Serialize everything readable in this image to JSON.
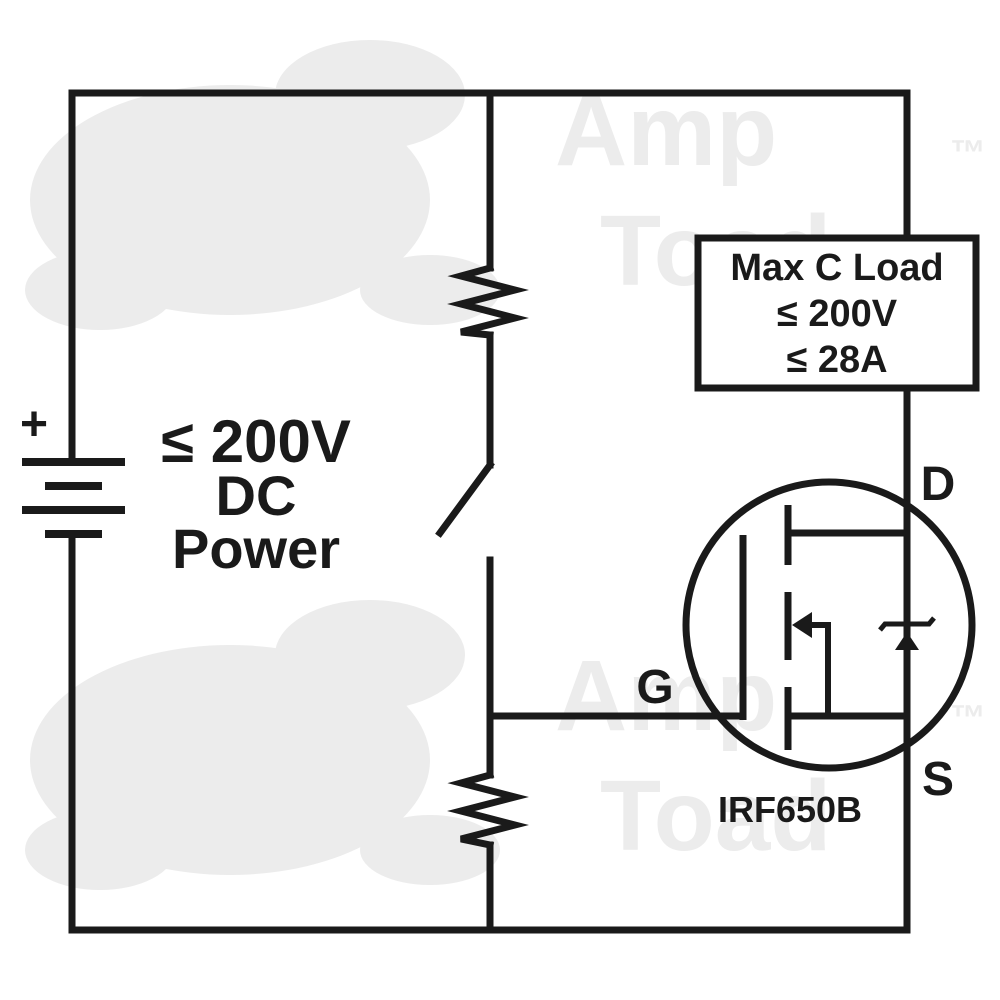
{
  "power_source": {
    "plus_sign": "+",
    "line1": "≤ 200V",
    "line2": "DC",
    "line3": "Power"
  },
  "load_box": {
    "line1": "Max C Load",
    "line2": "≤ 200V",
    "line3": "≤ 28A"
  },
  "mosfet": {
    "part_number": "IRF650B",
    "drain_label": "D",
    "gate_label": "G",
    "source_label": "S"
  },
  "watermark": {
    "brand_line1": "Amp",
    "brand_line2": "Toad",
    "trademark": "™"
  },
  "colors": {
    "ink": "#1a1a1a",
    "watermark": "#ececec",
    "background": "#ffffff"
  }
}
